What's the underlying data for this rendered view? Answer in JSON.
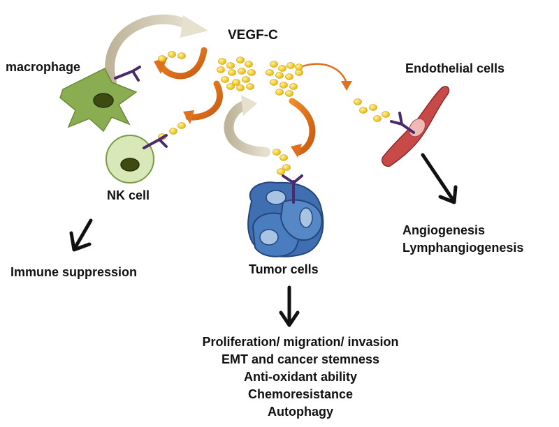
{
  "labels": {
    "vegf_c": "VEGF-C",
    "macrophage": "macrophage",
    "nk_cell": "NK cell",
    "tumor_cells": "Tumor cells",
    "endothelial_cells": "Endothelial cells"
  },
  "outcomes": {
    "immune": "Immune suppression",
    "endothelial": [
      "Angiogenesis",
      "Lymphangiogenesis"
    ],
    "tumor": [
      "Proliferation/ migration/ invasion",
      "EMT and cancer stemness",
      "Anti-oxidant ability",
      "Chemoresistance",
      "Autophagy"
    ]
  },
  "colors": {
    "ligand": "#f2c318",
    "receptor": "#4b2a6b",
    "macrophage": "#8aad52",
    "nk_cell": "#d9e8b8",
    "nucleus": "#3d4a12",
    "tumor_cell": "#3f6fb0",
    "endothelial": "#c84a48",
    "secretion_arrow": "#c7bfaa",
    "signal_arrow": "#e0701e",
    "outcome_arrow": "#111111"
  }
}
